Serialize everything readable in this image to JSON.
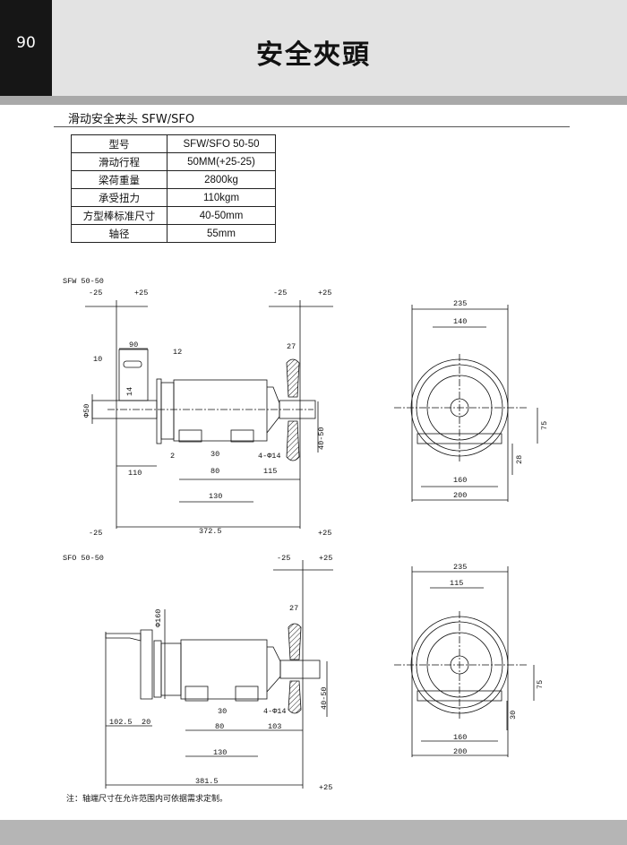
{
  "header": {
    "page_number": "90",
    "title": "安全夾頭"
  },
  "section_title": "滑动安全夹头 SFW/SFO",
  "spec_table": [
    {
      "key": "型号",
      "value": "SFW/SFO 50-50"
    },
    {
      "key": "滑动行程",
      "value": "50MM(+25-25)"
    },
    {
      "key": "梁荷重量",
      "value": "2800kg"
    },
    {
      "key": "承受扭力",
      "value": "110kgm"
    },
    {
      "key": "方型棒标准尺寸",
      "value": "40-50mm"
    },
    {
      "key": "轴径",
      "value": "55mm"
    }
  ],
  "sfw": {
    "label": "SFW 50-50",
    "dims": {
      "m25a": "-25",
      "p25a": "+25",
      "m25b": "-25",
      "p25b": "+25",
      "d90": "90",
      "d12": "12",
      "d10": "10",
      "d14": "14",
      "phi50": "Φ50",
      "d27": "27",
      "d2": "2",
      "d30": "30",
      "holes": "4-Φ14",
      "d80": "80",
      "d115": "115",
      "d110": "110",
      "d130": "130",
      "total": "372.5",
      "m25c": "-25",
      "p25c": "+25",
      "sq": "40-50"
    },
    "side": {
      "d235": "235",
      "d140": "140",
      "d160": "160",
      "d200": "200",
      "d75": "75",
      "d28": "28"
    }
  },
  "sfo": {
    "label": "SFO 50-50",
    "dims": {
      "m25a": "-25",
      "p25a": "+25",
      "phi160": "Φ160",
      "d27": "27",
      "d1025": "102.5",
      "d20": "20",
      "d30": "30",
      "holes": "4-Φ14",
      "d80": "80",
      "d103": "103",
      "d130": "130",
      "total": "381.5",
      "p25c": "+25",
      "sq": "40-50"
    },
    "side": {
      "d235": "235",
      "d115": "115",
      "d160": "160",
      "d200": "200",
      "d75": "75",
      "d30": "30"
    }
  },
  "footnote": "注：轴端尺寸在允许范围内可依据需求定制。"
}
